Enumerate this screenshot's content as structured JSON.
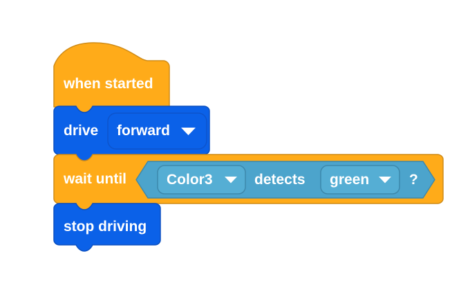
{
  "workspace": {
    "background_color": "#ffffff",
    "name": "block-workspace"
  },
  "palette": {
    "event_orange": "#ffab19",
    "event_orange_stroke": "#cf8b17",
    "control_orange": "#ffab19",
    "control_orange_stroke": "#cf8b17",
    "motion_blue": "#0b61e8",
    "motion_blue_stroke": "#0a4fc0",
    "motion_field_stroke": "#0d54cc",
    "sensing_blue": "#4ca4cc",
    "sensing_blue_stroke": "#3d88ab",
    "sensing_field_fill": "#55aed4",
    "sensing_field_stroke": "#3d88ab",
    "text_white": "#ffffff"
  },
  "script": {
    "name": "main-script",
    "blocks": [
      {
        "id": "when-started",
        "kind": "hat",
        "category": "event",
        "label": "when started"
      },
      {
        "id": "drive",
        "kind": "stack",
        "category": "motion",
        "label": "drive",
        "fields": [
          {
            "name": "direction",
            "type": "dropdown",
            "value": "forward",
            "icon": "chevron-down-icon"
          }
        ]
      },
      {
        "id": "wait-until",
        "kind": "stack",
        "category": "control",
        "label": "wait until",
        "boolean_input": {
          "id": "color-detects",
          "category": "sensing",
          "label_before": "",
          "fields": [
            {
              "name": "sensor",
              "type": "dropdown",
              "value": "Color3",
              "icon": "chevron-down-icon"
            }
          ],
          "label_middle": "detects",
          "fields_after": [
            {
              "name": "color",
              "type": "dropdown",
              "value": "green",
              "icon": "chevron-down-icon"
            }
          ],
          "label_after": "?"
        }
      },
      {
        "id": "stop-driving",
        "kind": "stack",
        "category": "motion",
        "label": "stop driving"
      }
    ]
  }
}
